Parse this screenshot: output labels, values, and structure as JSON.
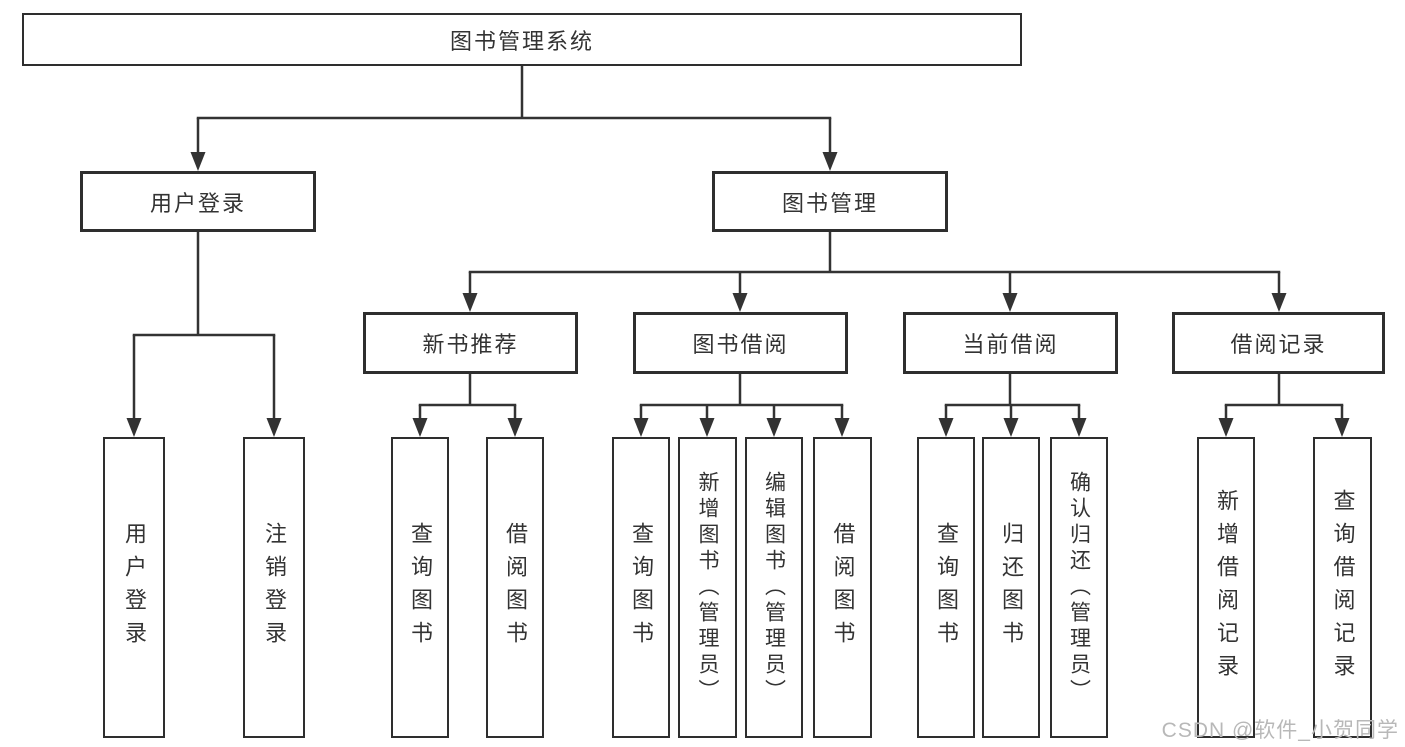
{
  "root": {
    "label": "图书管理系统"
  },
  "level2": [
    {
      "label": "用户登录"
    },
    {
      "label": "图书管理"
    }
  ],
  "level3": [
    {
      "label": "新书推荐"
    },
    {
      "label": "图书借阅"
    },
    {
      "label": "当前借阅"
    },
    {
      "label": "借阅记录"
    }
  ],
  "leaves": [
    {
      "label": "用户登录"
    },
    {
      "label": "注销登录"
    },
    {
      "label": "查询图书"
    },
    {
      "label": "借阅图书"
    },
    {
      "label": "查询图书"
    },
    {
      "label": "新增图书（管理员）"
    },
    {
      "label": "编辑图书（管理员）"
    },
    {
      "label": "借阅图书"
    },
    {
      "label": "查询图书"
    },
    {
      "label": "归还图书"
    },
    {
      "label": "确认归还（管理员）"
    },
    {
      "label": "新增借阅记录"
    },
    {
      "label": "查询借阅记录"
    }
  ],
  "watermark": "CSDN @软件_小贺同学",
  "colors": {
    "line": "#333333",
    "border": "#2e2e2e",
    "text": "#333333",
    "watermark": "#b8b8b8",
    "background": "#ffffff"
  }
}
